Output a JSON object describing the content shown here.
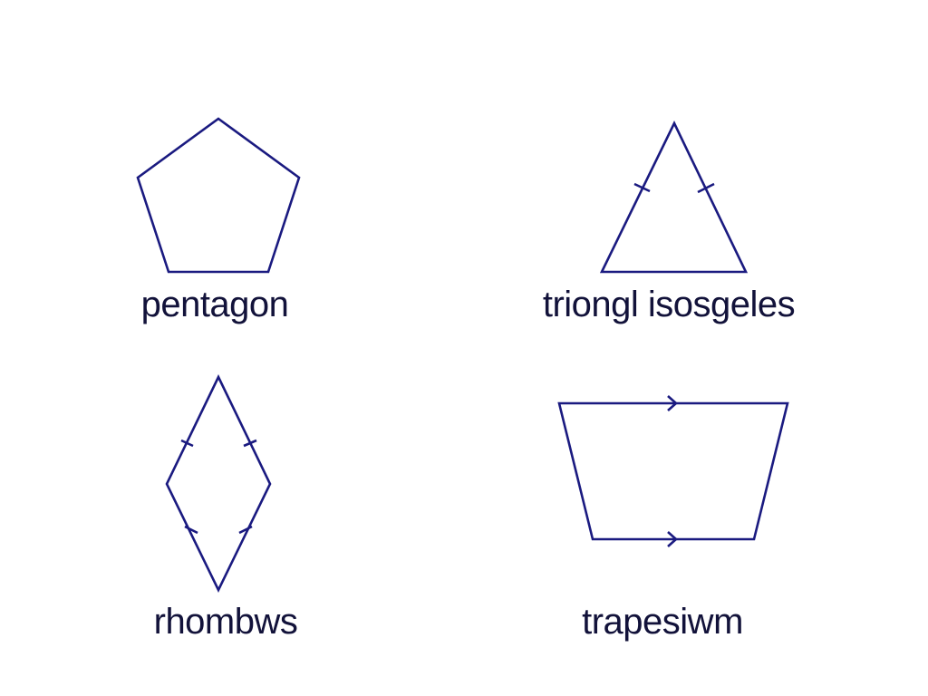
{
  "colors": {
    "stroke": "#1a1a80",
    "text": "#12123a",
    "background": "#ffffff"
  },
  "shapes": {
    "pentagon": {
      "label": "pentagon"
    },
    "triangle": {
      "label": "triongl isosgeles"
    },
    "rhombus": {
      "label": "rhombws"
    },
    "trapezium": {
      "label": "trapesiwm"
    }
  }
}
